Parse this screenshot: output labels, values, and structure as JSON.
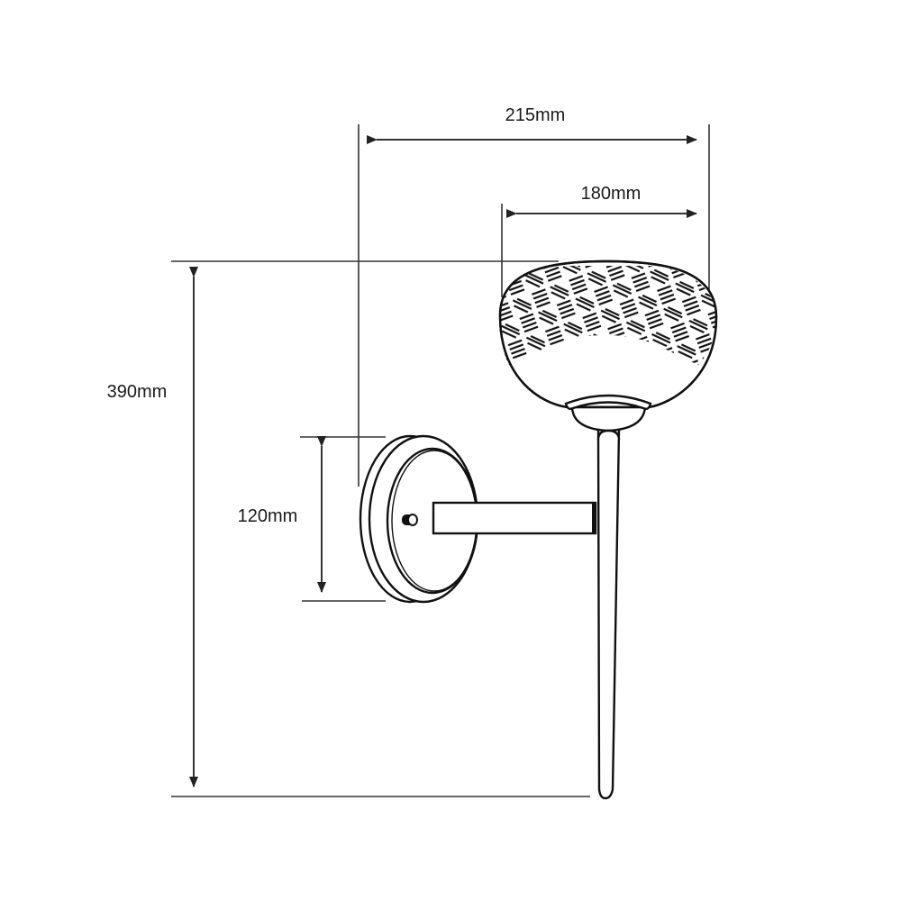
{
  "diagram": {
    "type": "dimension-drawing",
    "subject": "wall sconce lamp",
    "line_color": "#111111",
    "background": "#ffffff",
    "dimensions": {
      "overall_width": {
        "label": "215mm",
        "orientation": "horizontal"
      },
      "shade_width": {
        "label": "180mm",
        "orientation": "horizontal"
      },
      "overall_height": {
        "label": "390mm",
        "orientation": "vertical"
      },
      "backplate_diameter": {
        "label": "120mm",
        "orientation": "vertical"
      }
    },
    "parts": [
      "globe-shade",
      "shade-cup",
      "tapered-stem",
      "arm",
      "round-backplate",
      "set-screw"
    ]
  }
}
